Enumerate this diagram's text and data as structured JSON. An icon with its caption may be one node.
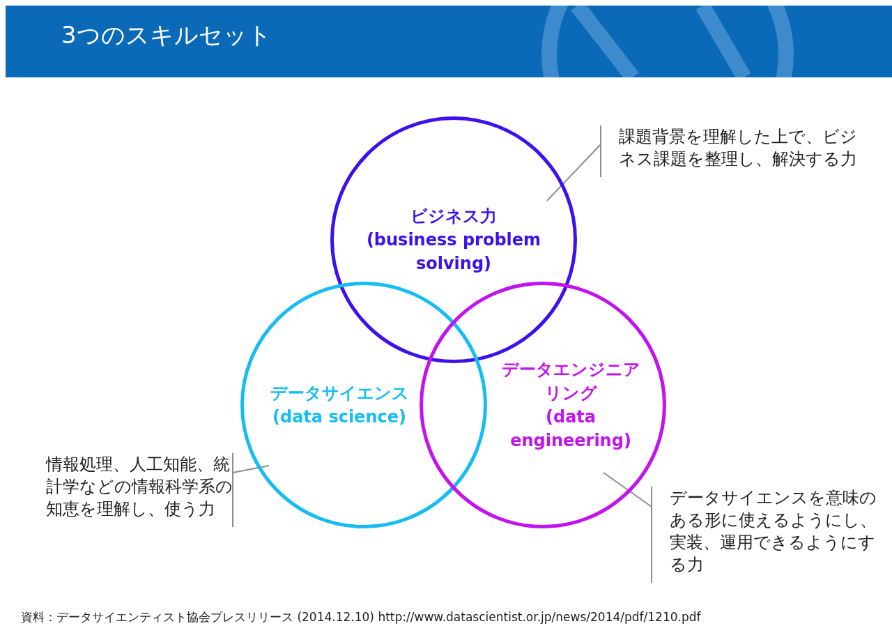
{
  "diagram": {
    "title": "3つのスキルセット",
    "caption": "資料：データサイエンティスト協会プレスリリース (2014.12.10) http://www.datascientist.or.jp/news/2014/pdf/1210.pdf",
    "nodes": [
      {
        "text": [
          "ビジネス力",
          "(business problem solving)"
        ]
      },
      {
        "text": [
          "データサイエンス",
          "(data science)"
        ]
      },
      {
        "text": [
          "データエンジニアリング",
          "(data engineering)"
        ]
      },
      {
        "text": [
          "課題背景を理解した上で、ビジネス課題を整理し、解決する力"
        ]
      },
      {
        "text": [
          "情報処理、人工知能、統計学などの情報科学系の知恵を理解し、使う力"
        ]
      },
      {
        "text": [
          "データサイエンスを意味のある形に使えるようにし、実装、運用できるようにする力"
        ]
      }
    ],
    "edges": [
      {
        "from": 3,
        "to": 0,
        "arrow": "none"
      },
      {
        "from": 4,
        "to": 1,
        "arrow": "none"
      },
      {
        "from": 5,
        "to": 2,
        "arrow": "none"
      }
    ]
  }
}
